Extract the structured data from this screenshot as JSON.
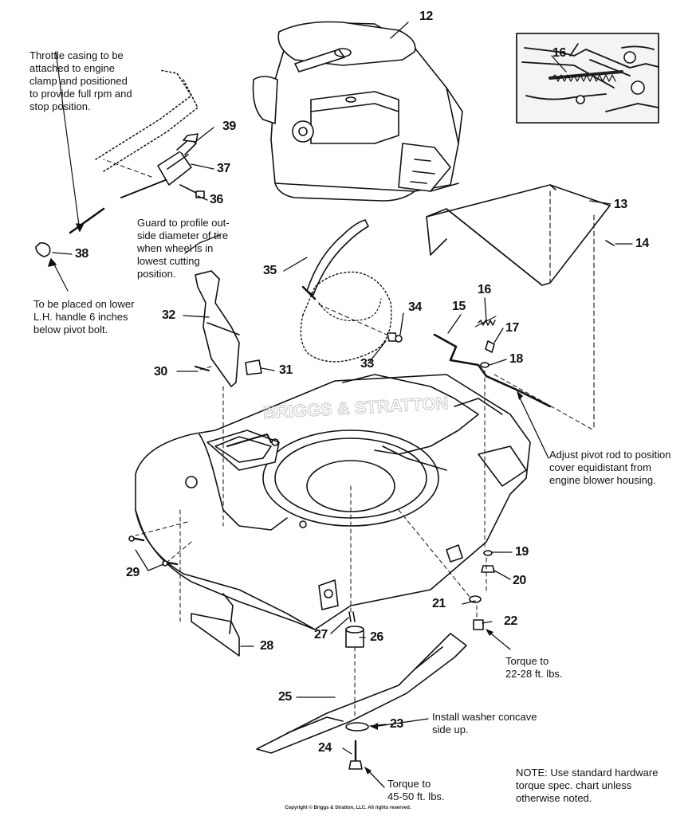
{
  "notes": {
    "throttle": "Throttle casing to be\nattached to engine\nclamp and positioned\nto provide full rpm and\nstop position.",
    "guard": "Guard to profile out-\nside diameter of tire\nwhen wheel is in\nlowest cutting\nposition.",
    "handle": "To be placed on lower\nL.H. handle 6 inches\nbelow pivot bolt.",
    "pivot_rod": "Adjust pivot rod to position\ncover equidistant from\nengine blower housing.",
    "torque_22": "Torque to\n22-28 ft. lbs.",
    "washer": "Install washer concave\nside up.",
    "torque_24": "Torque to\n45-50 ft. lbs.",
    "hardware": "NOTE: Use standard hardware\ntorque spec. chart unless\notherwise noted."
  },
  "part_numbers": {
    "p12": "12",
    "p13": "13",
    "p14": "14",
    "p15": "15",
    "p16": "16",
    "p16_inset": "16",
    "p17": "17",
    "p18": "18",
    "p19": "19",
    "p20": "20",
    "p21": "21",
    "p22": "22",
    "p23": "23",
    "p24": "24",
    "p25": "25",
    "p26": "26",
    "p27": "27",
    "p28": "28",
    "p29": "29",
    "p30": "30",
    "p31": "31",
    "p32": "32",
    "p33": "33",
    "p34": "34",
    "p35": "35",
    "p36": "36",
    "p37": "37",
    "p38": "38",
    "p39": "39"
  },
  "watermark": "BRIGGS & STRATTON",
  "copyright": "Copyright © Briggs & Stratton, LLC. All rights reserved."
}
